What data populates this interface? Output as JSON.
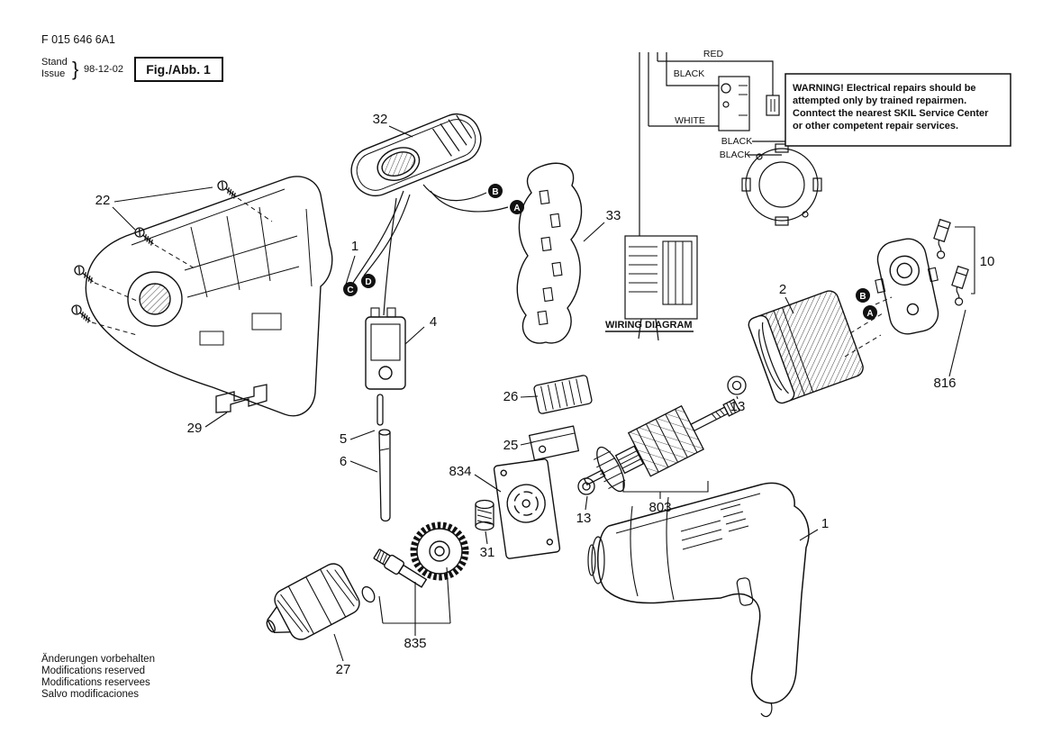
{
  "header": {
    "part_code": "F 015 646 6A1",
    "stand": "Stand",
    "issue": "Issue",
    "brace": "}",
    "date": "98-12-02",
    "figure": "Fig./Abb. 1"
  },
  "wiring": {
    "title": "WIRING DIAGRAM",
    "red": "RED",
    "black_top": "BLACK",
    "white": "WHITE",
    "black_mid": "BLACK",
    "black_bottom": "BLACK"
  },
  "warning": {
    "lines": [
      "WARNING! Electrical repairs should be",
      "attempted only by trained repairmen.",
      "Conntect the nearest SKIL Service Center",
      "or other competent repair services."
    ]
  },
  "callouts": {
    "n32": "32",
    "n22": "22",
    "n1_top": "1",
    "n33": "33",
    "n4": "4",
    "n29": "29",
    "n5": "5",
    "n6": "6",
    "n26": "26",
    "n25": "25",
    "n834": "834",
    "n31": "31",
    "n835": "835",
    "n27": "27",
    "n2": "2",
    "n10": "10",
    "n816": "816",
    "n13_right": "13",
    "n13_left": "13",
    "n803": "803",
    "n1_bottom": "1"
  },
  "connectors": {
    "a": "A",
    "b": "B",
    "c": "C",
    "d": "D"
  },
  "footer": {
    "lines": [
      "Änderungen vorbehalten",
      "Modifications reserved",
      "Modifications reservees",
      "Salvo modificaciones"
    ]
  }
}
